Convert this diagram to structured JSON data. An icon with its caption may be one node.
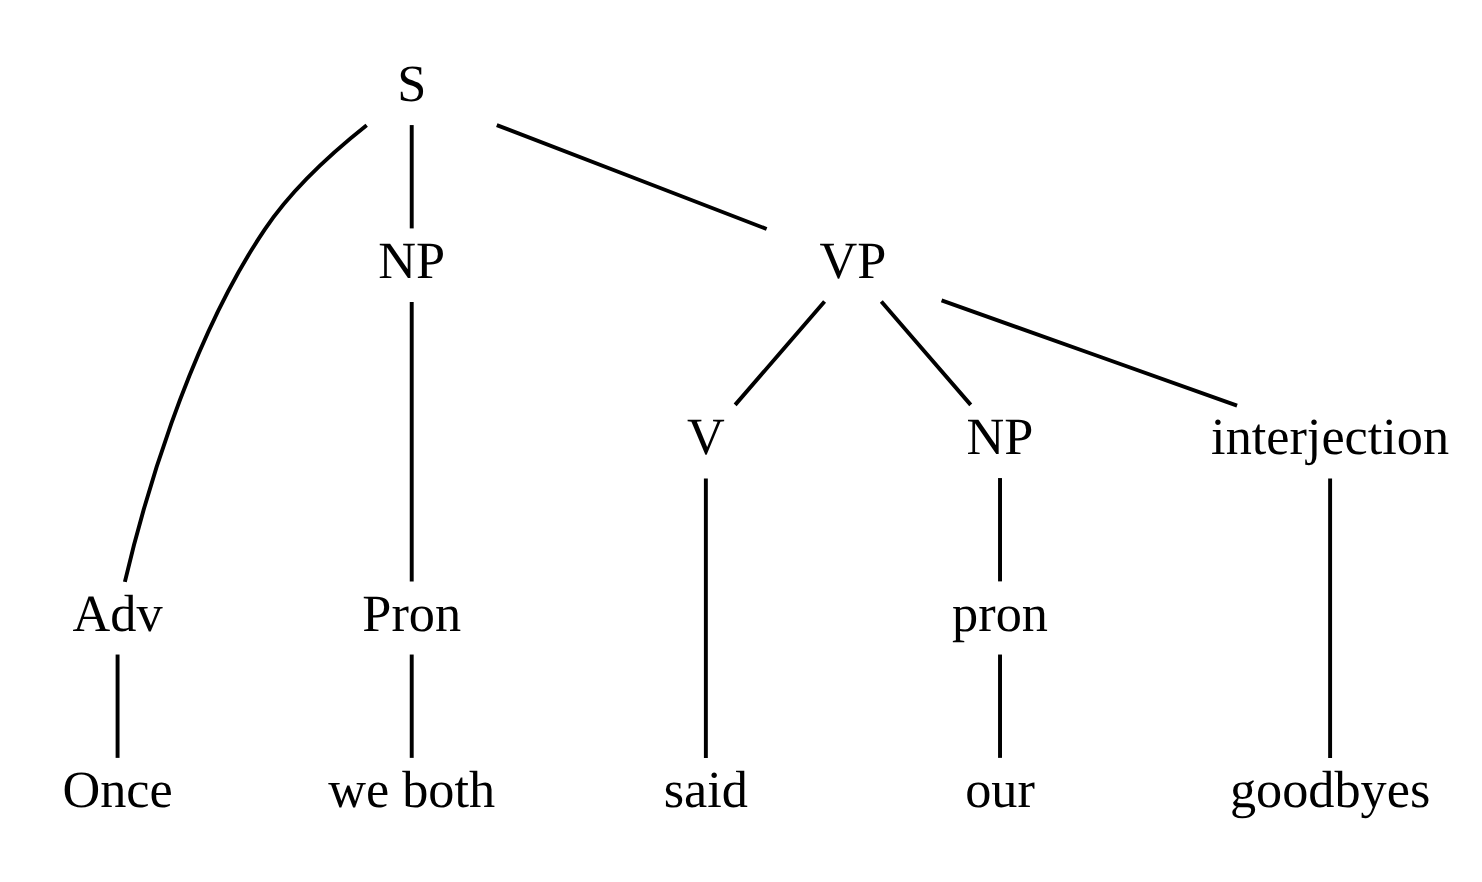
{
  "diagram": {
    "nodes": [
      {
        "text": [
          "S"
        ]
      },
      {
        "text": [
          "Adv"
        ]
      },
      {
        "text": [
          "NP"
        ]
      },
      {
        "text": [
          "VP"
        ]
      },
      {
        "text": [
          "Pron"
        ]
      },
      {
        "text": [
          "V"
        ]
      },
      {
        "text": [
          "NP"
        ]
      },
      {
        "text": [
          "interjection"
        ]
      },
      {
        "text": [
          "pron"
        ]
      },
      {
        "text": [
          "Once"
        ]
      },
      {
        "text": [
          "we both"
        ]
      },
      {
        "text": [
          "said"
        ]
      },
      {
        "text": [
          "our"
        ]
      },
      {
        "text": [
          "goodbyes"
        ]
      }
    ],
    "edges": [
      {
        "from": 0,
        "to": 1,
        "arrow": "none"
      },
      {
        "from": 0,
        "to": 2,
        "arrow": "none"
      },
      {
        "from": 0,
        "to": 3,
        "arrow": "none"
      },
      {
        "from": 2,
        "to": 4,
        "arrow": "none"
      },
      {
        "from": 3,
        "to": 5,
        "arrow": "none"
      },
      {
        "from": 3,
        "to": 6,
        "arrow": "none"
      },
      {
        "from": 3,
        "to": 7,
        "arrow": "none"
      },
      {
        "from": 6,
        "to": 8,
        "arrow": "none"
      },
      {
        "from": 1,
        "to": 9,
        "arrow": "none"
      },
      {
        "from": 4,
        "to": 10,
        "arrow": "none"
      },
      {
        "from": 5,
        "to": 11,
        "arrow": "none"
      },
      {
        "from": 8,
        "to": 12,
        "arrow": "none"
      },
      {
        "from": 7,
        "to": 13,
        "arrow": "none"
      }
    ]
  }
}
